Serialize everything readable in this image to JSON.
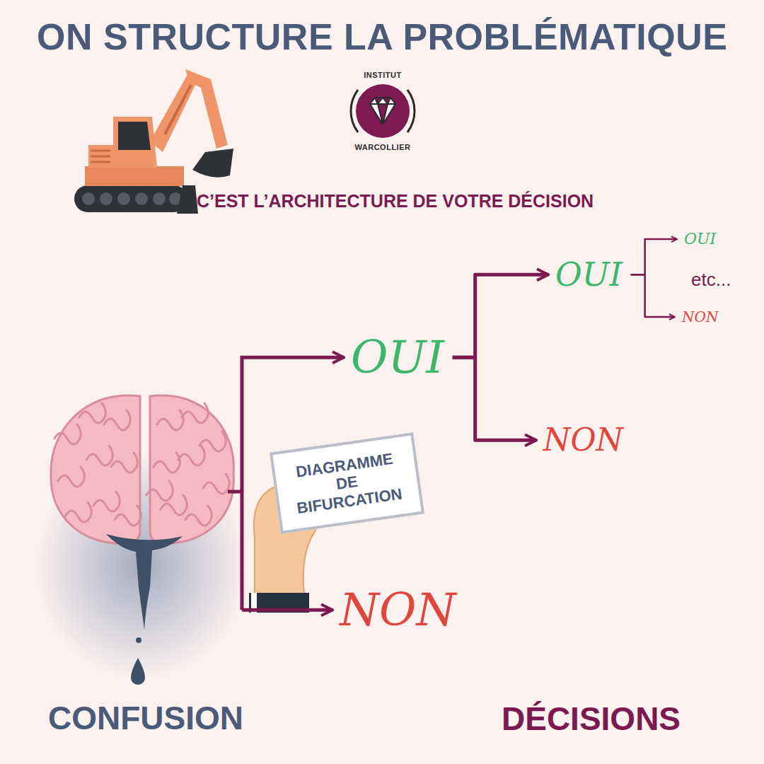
{
  "diagram": {
    "title": "ON STRUCTURE LA PROBLÉMATIQUE",
    "nodes": [
      {
        "text": [
          "INSTITUT",
          "WARCOLLIER"
        ]
      },
      {
        "text": [
          "OUI"
        ]
      },
      {
        "text": [
          "OUI"
        ]
      },
      {
        "text": [
          "OUI"
        ]
      },
      {
        "text": [
          "NON"
        ]
      },
      {
        "text": [
          "NON"
        ]
      },
      {
        "text": [
          "DIAGRAMME DE BIFURCATION"
        ]
      },
      {
        "text": [
          "NON"
        ]
      }
    ],
    "edges": [
      {
        "from": 1,
        "to": 2,
        "arrow": "to"
      },
      {
        "from": 1,
        "to": 5,
        "arrow": "to"
      },
      {
        "from": 2,
        "to": 3,
        "arrow": "to"
      },
      {
        "from": 2,
        "to": 4,
        "arrow": "to"
      }
    ],
    "labels": [
      "C’EST L’ARCHITECTURE DE VOTRE DÉCISION",
      "etc...",
      "CONFUSION",
      "DÉCISIONS"
    ]
  }
}
